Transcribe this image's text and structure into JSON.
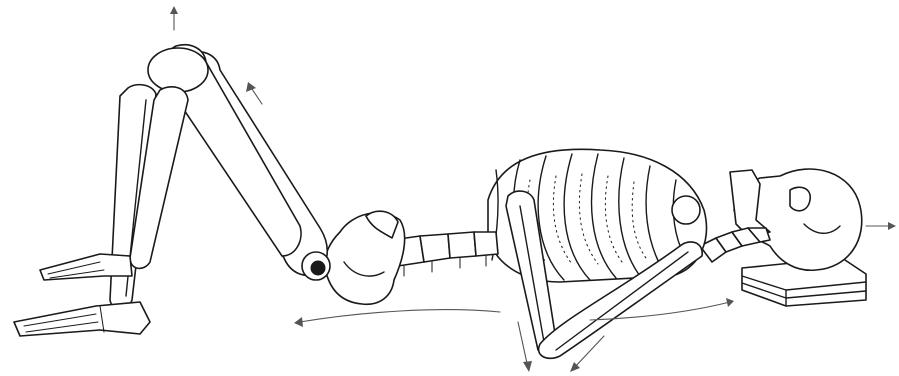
{
  "figure": {
    "kind": "line-drawing",
    "subject": "skeleton-lying-supine-knees-bent-head-on-books",
    "colors": {
      "ink": "#1a1a1a",
      "arrow": "#555555",
      "background": "#ffffff"
    },
    "arrows": [
      "arrow-up-from-knee",
      "arrow-up-along-thigh",
      "arrow-right-from-head",
      "arrow-along-floor-left",
      "arrow-along-floor-right",
      "arrow-down-from-elbow",
      "arrow-down-along-forearm"
    ]
  }
}
